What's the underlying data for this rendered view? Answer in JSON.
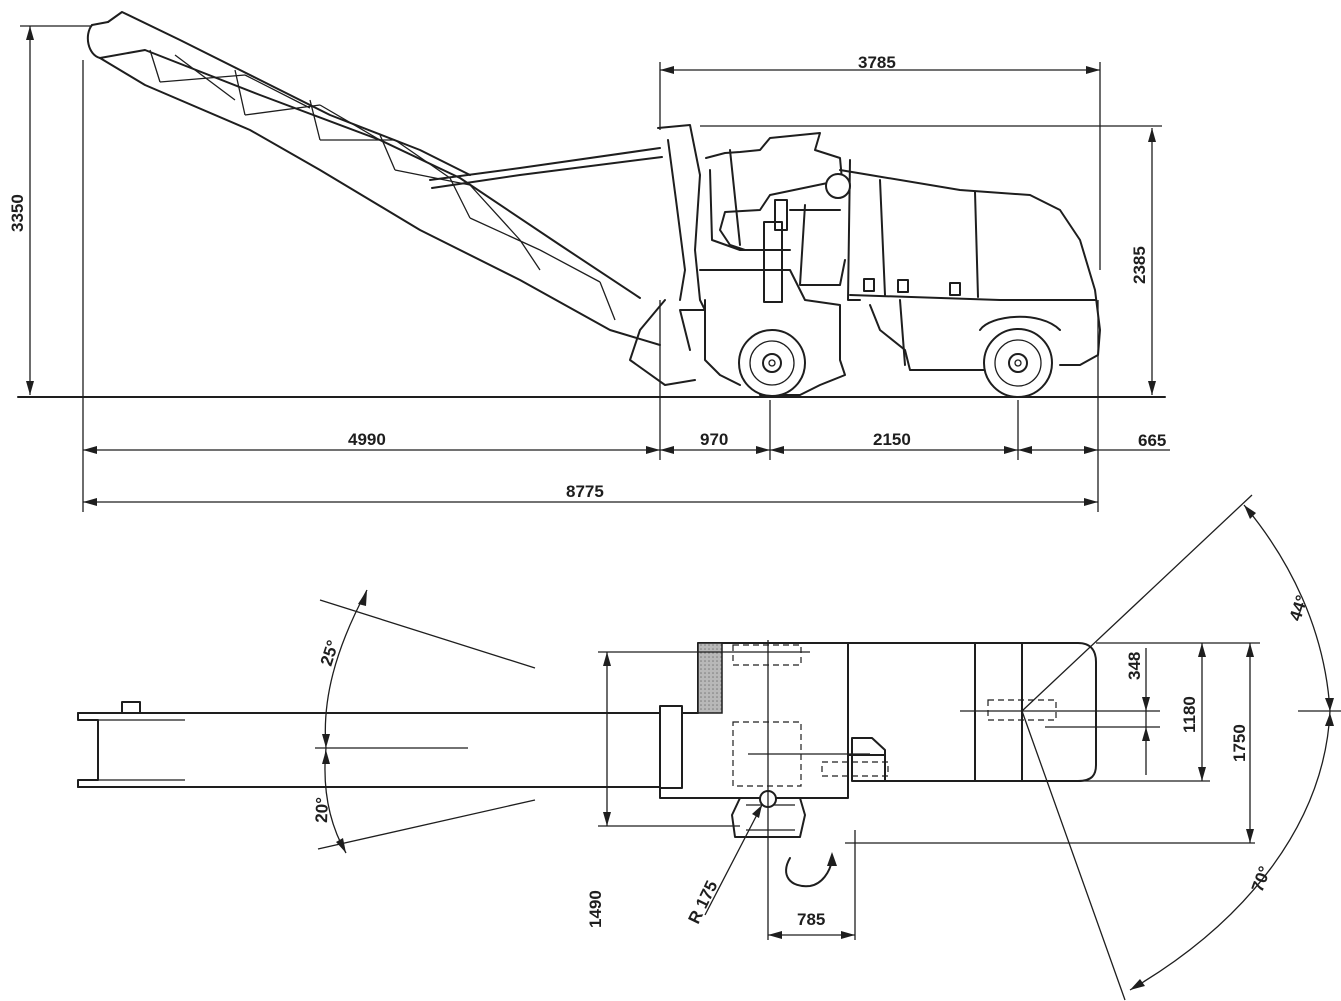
{
  "side_view": {
    "dimensions": {
      "total_height": "3350",
      "cab_length": "3785",
      "machine_height": "2385",
      "conveyor_length": "4990",
      "front_offset": "970",
      "wheelbase": "2150",
      "rear_overhang": "665",
      "total_length": "8775"
    }
  },
  "top_view": {
    "dimensions": {
      "swing_up": "25°",
      "swing_down": "20°",
      "offset_348": "348",
      "width_1180": "1180",
      "width_1750": "1750",
      "angle_44": "44°",
      "angle_70": "70°",
      "width_1490": "1490",
      "radius": "R 175",
      "offset_785": "785"
    }
  },
  "colors": {
    "line": "#1e1e1e",
    "background": "#ffffff",
    "hatch": "#9a9a9a"
  }
}
